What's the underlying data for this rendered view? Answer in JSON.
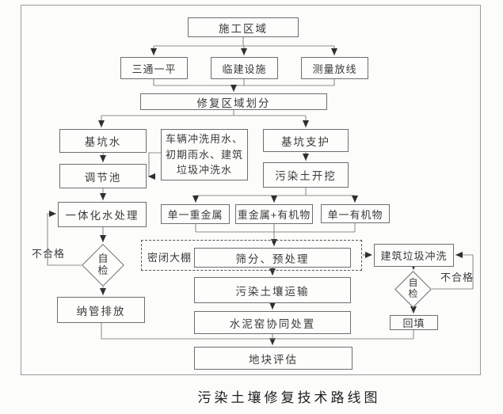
{
  "figure": {
    "caption": "污染土壤修复技术路线图"
  },
  "nodes": {
    "construction_area": "施工区域",
    "three_supplies": "三通一平",
    "temp_facilities": "临建设施",
    "survey_layout": "测量放线",
    "zoning": "修复区域划分",
    "pit_water": "基坑水",
    "wash_water_l1": "车辆冲洗用水、",
    "wash_water_l2": "初期雨水、建筑",
    "wash_water_l3": "垃圾冲洗水",
    "pit_support": "基坑支护",
    "regulating_tank": "调节池",
    "excavation": "污染土开挖",
    "integrated_treatment": "一体化水处理",
    "single_heavy_metal": "单一重金属",
    "heavy_metal_organics": "重金属+有机物",
    "single_organics": "单一有机物",
    "enclosed_shed": "密闭大棚",
    "screening": "筛分、预处理",
    "transport": "污染土壤运输",
    "cement_kiln": "水泥窑协同处置",
    "self_check_left": "自检",
    "pipe_discharge": "纳管排放",
    "fail_left": "不合格",
    "waste_washing": "建筑垃圾冲洗",
    "self_check_right": "自检",
    "backfill": "回填",
    "fail_right": "不合格",
    "site_assessment": "地块评估"
  },
  "style": {
    "line_color": "#8f8f8f",
    "box_border_color": "#6e6e6e",
    "arrow_color": "#2f2f2f"
  }
}
